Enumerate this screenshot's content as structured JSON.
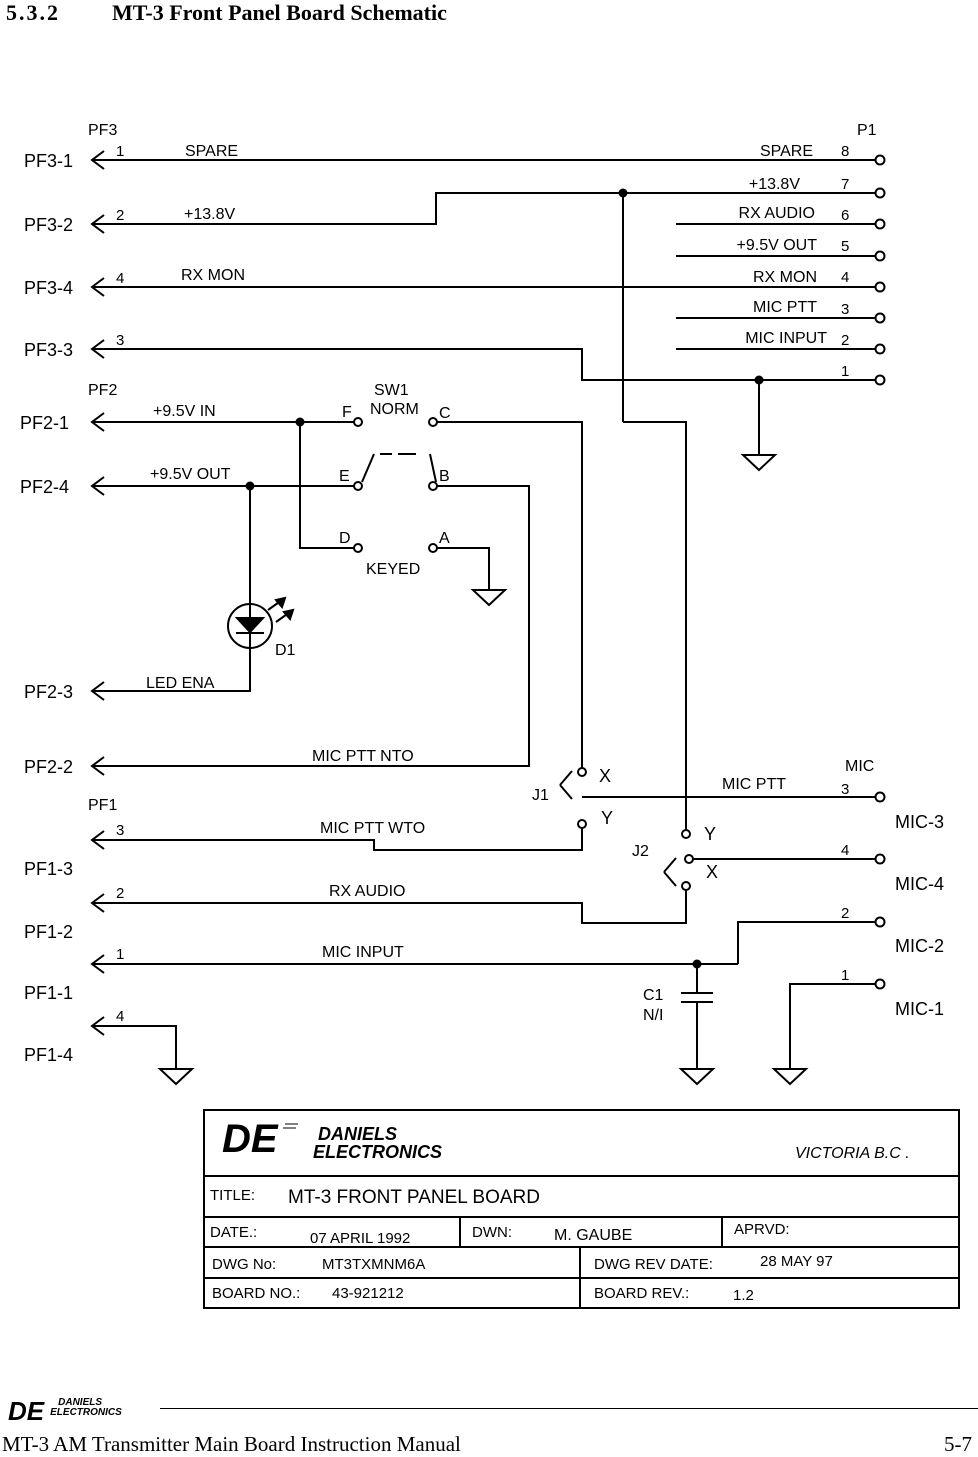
{
  "heading": {
    "number": "5.3.2",
    "title": "MT-3 Front Panel Board Schematic"
  },
  "schematic": {
    "connectors": {
      "pf3": "PF3",
      "p1": "P1",
      "pf2": "PF2",
      "pf1": "PF1",
      "mic": "MIC",
      "sw1": "SW1",
      "sw1_norm": "NORM",
      "sw1_keyed": "KEYED",
      "j1": "J1",
      "j2": "J2",
      "d1": "D1",
      "c1": "C1",
      "c1_value": "N/I"
    },
    "ports": {
      "pf3_1": "PF3-1",
      "pf3_2": "PF3-2",
      "pf3_4": "PF3-4",
      "pf3_3": "PF3-3",
      "pf2_1": "PF2-1",
      "pf2_4": "PF2-4",
      "pf2_3": "PF2-3",
      "pf2_2": "PF2-2",
      "pf1_3": "PF1-3",
      "pf1_2": "PF1-2",
      "pf1_1": "PF1-1",
      "pf1_4": "PF1-4",
      "mic_3": "MIC-3",
      "mic_4": "MIC-4",
      "mic_2": "MIC-2",
      "mic_1": "MIC-1"
    },
    "signals": {
      "spare_left": "SPARE",
      "v138_left": "+13.8V",
      "rx_mon_left": "RX MON",
      "spare_right": "SPARE",
      "v138_right": "+13.8V",
      "rx_audio_right": "RX AUDIO",
      "v95_out_right": "+9.5V OUT",
      "rx_mon_right": "RX MON",
      "mic_ptt_right": "MIC PTT",
      "mic_input_right": "MIC INPUT",
      "v95_in": "+9.5V IN",
      "v95_out": "+9.5V OUT",
      "led_ena": "LED ENA",
      "mic_ptt_nto": "MIC PTT NTO",
      "mic_ptt_wto": "MIC PTT WTO",
      "rx_audio": "RX AUDIO",
      "mic_input": "MIC INPUT",
      "mic_ptt": "MIC PTT"
    },
    "pins": {
      "pf3_a": "1",
      "pf3_b": "2",
      "pf3_c": "4",
      "pf3_d": "3",
      "p1_8": "8",
      "p1_7": "7",
      "p1_6": "6",
      "p1_5": "5",
      "p1_4": "4",
      "p1_3": "3",
      "p1_2": "2",
      "p1_1": "1",
      "pf1_a": "3",
      "pf1_b": "2",
      "pf1_c": "1",
      "pf1_d": "4",
      "mic_3": "3",
      "mic_4": "4",
      "mic_2": "2",
      "mic_1": "1",
      "sw_f": "F",
      "sw_c": "C",
      "sw_e": "E",
      "sw_b": "B",
      "sw_d": "D",
      "sw_a": "A",
      "j1_x": "X",
      "j1_y": "Y",
      "j2_y": "Y",
      "j2_x": "X"
    }
  },
  "title_block": {
    "company_logo": "DE",
    "company_line1": "DANIELS",
    "company_line2": "ELECTRONICS",
    "location": "VICTORIA B.C .",
    "title_label": "TITLE:",
    "title_value": "MT-3 FRONT PANEL BOARD",
    "date_label": "DATE.:",
    "date_value": "07 APRIL 1992",
    "dwn_label": "DWN:",
    "dwn_value": "M. GAUBE",
    "aprvd_label": "APRVD:",
    "dwg_no_label": "DWG No:",
    "dwg_no_value": "MT3TXMNM6A",
    "dwg_rev_date_label": "DWG REV DATE:",
    "dwg_rev_date_value": "28 MAY 97",
    "board_no_label": "BOARD NO.:",
    "board_no_value": "43-921212",
    "board_rev_label": "BOARD REV.:",
    "board_rev_value": "1.2"
  },
  "footer": {
    "logo": "DE",
    "logo_line1": "DANIELS",
    "logo_line2": "ELECTRONICS",
    "manual_title": "MT-3 AM Transmitter Main Board Instruction Manual",
    "page": "5-7"
  }
}
